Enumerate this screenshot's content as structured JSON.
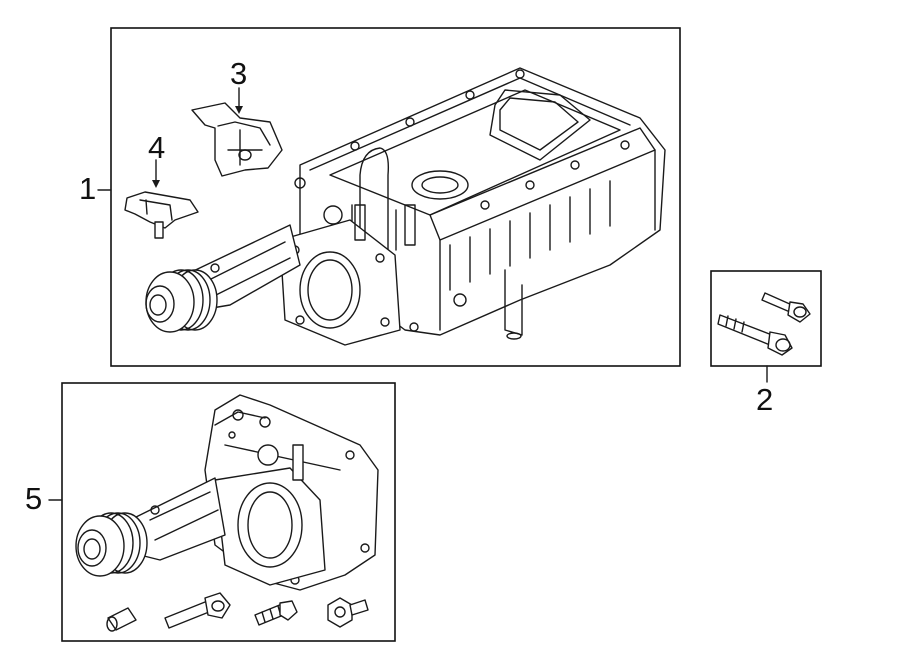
{
  "callouts": {
    "part1": "1",
    "part2": "2",
    "part3": "3",
    "part4": "4",
    "part5": "5"
  },
  "colors": {
    "line": "#1a1a1a",
    "background": "#ffffff"
  }
}
